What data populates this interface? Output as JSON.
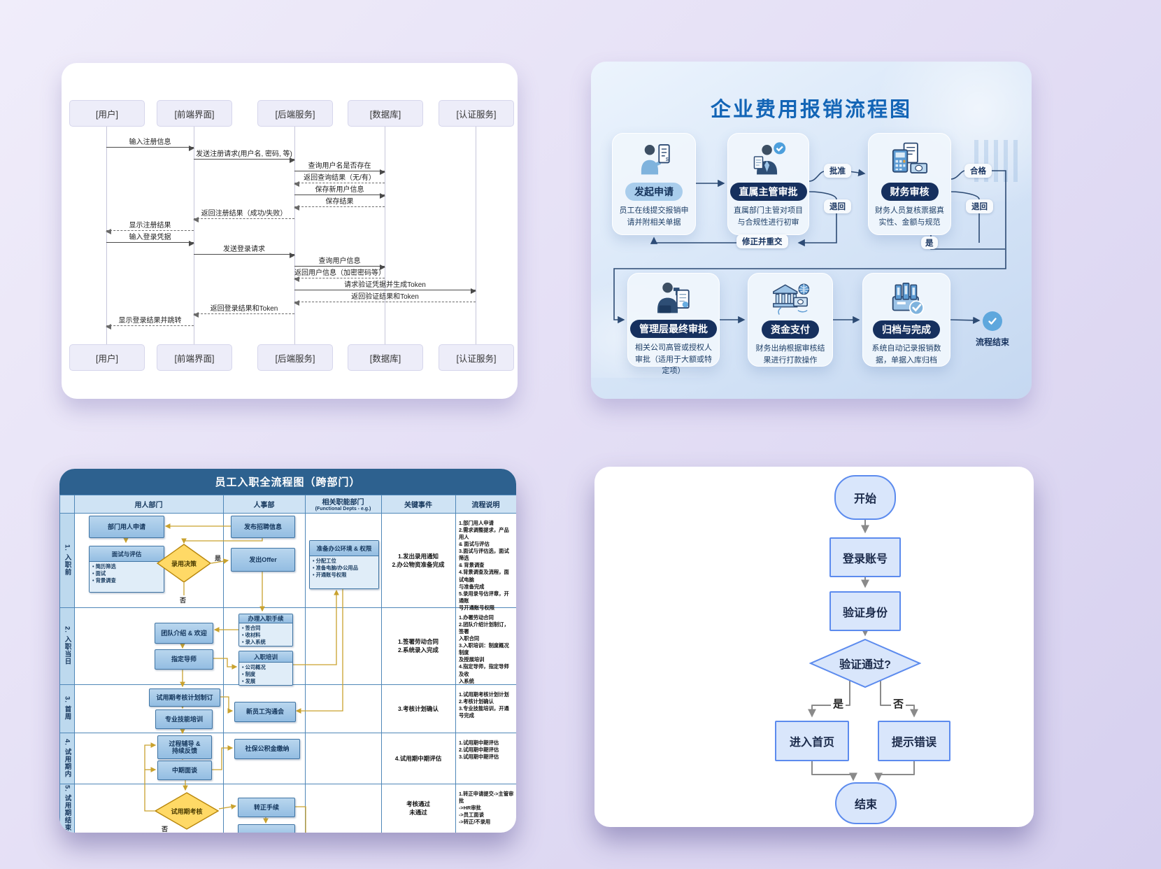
{
  "sequence": {
    "actors": [
      "[用户]",
      "[前端界面]",
      "[后端服务]",
      "[数据库]",
      "[认证服务]"
    ],
    "messages": [
      {
        "from": 0,
        "to": 1,
        "dashed": false,
        "label": "输入注册信息"
      },
      {
        "from": 1,
        "to": 2,
        "dashed": false,
        "label": "发送注册请求(用户名, 密码, 等)"
      },
      {
        "from": 2,
        "to": 3,
        "dashed": false,
        "label": "查询用户名是否存在"
      },
      {
        "from": 3,
        "to": 2,
        "dashed": true,
        "label": "返回查询结果（无/有）"
      },
      {
        "from": 2,
        "to": 3,
        "dashed": false,
        "label": "保存新用户信息"
      },
      {
        "from": 3,
        "to": 2,
        "dashed": true,
        "label": "保存结果"
      },
      {
        "from": 2,
        "to": 1,
        "dashed": true,
        "label": "返回注册结果（成功/失败）"
      },
      {
        "from": 1,
        "to": 0,
        "dashed": true,
        "label": "显示注册结果"
      },
      {
        "from": 0,
        "to": 1,
        "dashed": false,
        "label": "输入登录凭据"
      },
      {
        "from": 1,
        "to": 2,
        "dashed": false,
        "label": "发送登录请求"
      },
      {
        "from": 2,
        "to": 3,
        "dashed": false,
        "label": "查询用户信息"
      },
      {
        "from": 3,
        "to": 2,
        "dashed": true,
        "label": "返回用户信息（加密密码等）"
      },
      {
        "from": 2,
        "to": 4,
        "dashed": false,
        "label": "请求验证凭据并生成Token"
      },
      {
        "from": 4,
        "to": 2,
        "dashed": true,
        "label": "返回验证结果和Token"
      },
      {
        "from": 2,
        "to": 1,
        "dashed": true,
        "label": "返回登录结果和Token"
      },
      {
        "from": 1,
        "to": 0,
        "dashed": true,
        "label": "显示登录结果并跳转"
      }
    ]
  },
  "expense": {
    "title": "企业费用报销流程图",
    "steps": [
      {
        "id": "apply",
        "icon": "employee-receipt-icon",
        "pill": "light",
        "label": "发起申请",
        "desc": "员工在线提交报销申请并附相关单据"
      },
      {
        "id": "supervisor",
        "icon": "supervisor-check-icon",
        "pill": "dark",
        "label": "直属主管审批",
        "desc": "直属部门主管对项目与合规性进行初审"
      },
      {
        "id": "finance",
        "icon": "calculator-money-icon",
        "pill": "dark",
        "label": "财务审核",
        "desc": "财务人员复核票据真实性、金额与规范"
      },
      {
        "id": "management",
        "icon": "executive-stamp-icon",
        "pill": "dark",
        "label": "管理层最终审批",
        "desc": "相关公司高管或授权人审批（适用于大额或特定项）"
      },
      {
        "id": "payment",
        "icon": "bank-payment-icon",
        "pill": "dark",
        "label": "资金支付",
        "desc": "财务出纳根据审核结果进行打款操作"
      },
      {
        "id": "archive",
        "icon": "archive-check-icon",
        "pill": "dark",
        "label": "归档与完成",
        "desc": "系统自动记录报销数据，单据入库归档"
      }
    ],
    "labels": {
      "approve": "批准",
      "reject1": "退回",
      "pass": "合格",
      "reject2": "退回",
      "yes": "是",
      "resubmit": "修正并重交",
      "end": "流程结束"
    }
  },
  "onboarding": {
    "title": "员工入职全流程图（跨部门）",
    "columns": [
      {
        "label": "用人部门",
        "sub": ""
      },
      {
        "label": "人事部",
        "sub": ""
      },
      {
        "label": "相关职能部门",
        "sub": "(Functional Depts - e.g.)"
      },
      {
        "label": "关键事件",
        "sub": ""
      },
      {
        "label": "流程说明",
        "sub": ""
      }
    ],
    "rows": [
      {
        "label": "1. 入职前",
        "events": "1.发出录用通知\n2.办公物资准备完成",
        "notes": "1.部门用人申请\n2.需求调整提求，产品用人\n& 面试与评估\n3.面试与评估选，面试筛选\n& 背景调查\n4.背景调查及流程，面试电脑\n与准备完成\n5.录用录号估评章，开通账\n号开通账号权限"
      },
      {
        "label": "2. 入职当日",
        "events": "1.签署劳动合同\n2.系统录入完成",
        "notes": "1.办署劳动合同\n2.团队介绍计划制订，签署\n入职合同\n3.入职培训：制度概况制度\n及授展培训\n4.指定导师，指定导师及收\n入系统"
      },
      {
        "label": "3. 首周",
        "events": "3.考核计划确认",
        "notes": "1.试用期考核计划计划\n2.考核计划确认\n3.专业技能培训，开通号完成"
      },
      {
        "label": "4. 试用期内",
        "events": "4.试用期中期评估",
        "notes": "1.试用期中期评估\n2.试用期中期评估\n3.试用期中期评估"
      },
      {
        "label": "5. 试用期结束",
        "events": "考核通过\n未通过",
        "notes": "1.转正申请提交->主管审批\n->HR审批\n->员工面谈\n->转正/不录用"
      }
    ],
    "boxes": [
      {
        "id": "b1",
        "text": "部门用人申请"
      },
      {
        "id": "b2",
        "text": "面试与评估",
        "bullets": [
          "简历筛选",
          "面试",
          "背景调查"
        ]
      },
      {
        "id": "d1",
        "text": "录用决策",
        "shape": "diamond"
      },
      {
        "id": "b3",
        "text": "发布招聘信息"
      },
      {
        "id": "b4",
        "text": "发出Offer"
      },
      {
        "id": "b5",
        "text": "准备办公环境 & 权限",
        "bullets": [
          "分配工位",
          "准备电脑/办公用品",
          "开通账号权限"
        ]
      },
      {
        "id": "b6",
        "text": "团队介绍 & 欢迎"
      },
      {
        "id": "b7",
        "text": "指定导师"
      },
      {
        "id": "b8",
        "text": "办理入职手续",
        "bullets": [
          "签合同",
          "收材料",
          "录入系统"
        ]
      },
      {
        "id": "b9",
        "text": "入职培训",
        "bullets": [
          "公司概况",
          "制度",
          "发展"
        ]
      },
      {
        "id": "b10",
        "text": "试用期考核计划制订"
      },
      {
        "id": "b11",
        "text": "专业技能培训"
      },
      {
        "id": "b12",
        "text": "新员工沟通会"
      },
      {
        "id": "b13",
        "text": "过程辅导 &\n持续反馈"
      },
      {
        "id": "b14",
        "text": "中期面谈"
      },
      {
        "id": "b15",
        "text": "社保公积金缴纳"
      },
      {
        "id": "d2",
        "text": "试用期考核",
        "shape": "diamond"
      },
      {
        "id": "b16",
        "text": "转正手续"
      },
      {
        "id": "b17",
        "text": ""
      }
    ],
    "edge_labels": {
      "yes": "是",
      "no1": "否",
      "no2": "否"
    }
  },
  "login": {
    "nodes": [
      {
        "id": "start",
        "shape": "stadium",
        "label": "开始"
      },
      {
        "id": "login",
        "shape": "rect",
        "label": "登录账号"
      },
      {
        "id": "verify",
        "shape": "rect",
        "label": "验证身份"
      },
      {
        "id": "decision",
        "shape": "diamond",
        "label": "验证通过?"
      },
      {
        "id": "home",
        "shape": "rect",
        "label": "进入首页"
      },
      {
        "id": "error",
        "shape": "rect",
        "label": "提示错误"
      },
      {
        "id": "end",
        "shape": "stadium",
        "label": "结束"
      }
    ],
    "edge_labels": {
      "yes": "是",
      "no": "否"
    }
  }
}
